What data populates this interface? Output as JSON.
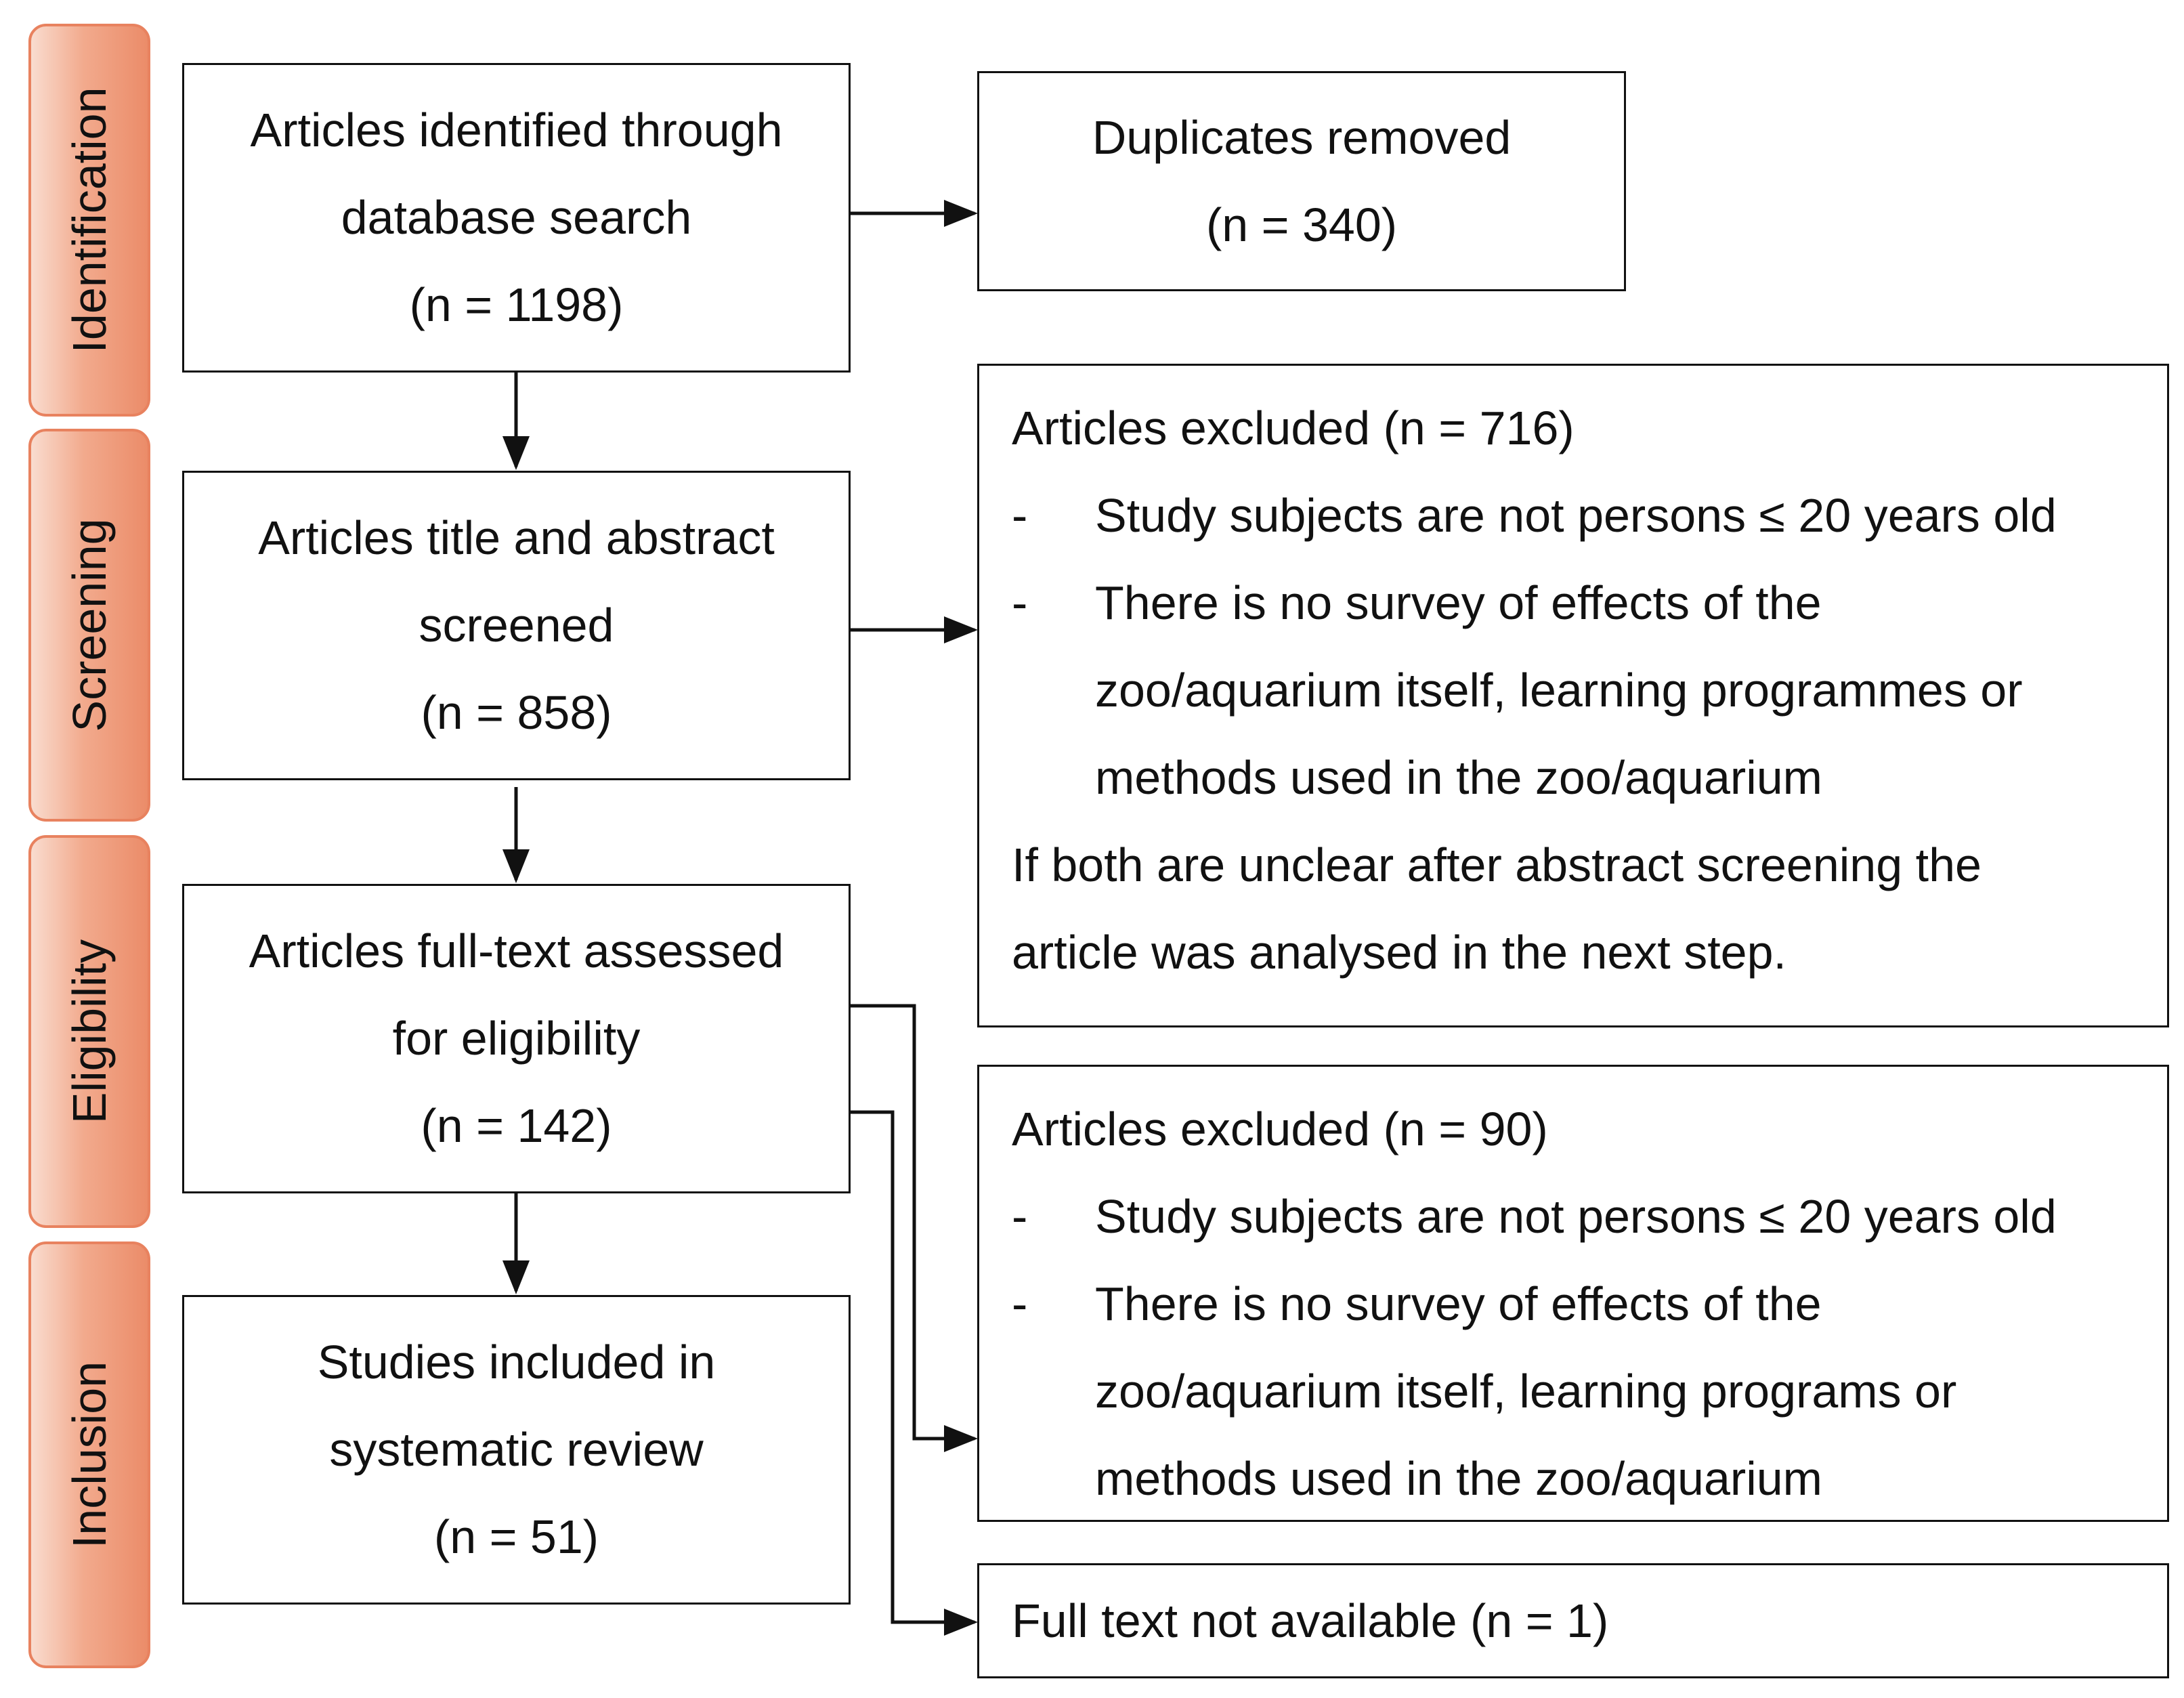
{
  "stages": {
    "identification": "Identification",
    "screening": "Screening",
    "eligibility": "Eligibility",
    "inclusion": "Inclusion"
  },
  "boxes": {
    "identified": {
      "line1": "Articles identified through",
      "line2": "database search",
      "line3": "(n = 1198)"
    },
    "duplicates": {
      "line1": "Duplicates removed",
      "line2": "(n = 340)"
    },
    "screened": {
      "line1": "Articles title and abstract",
      "line2": "screened",
      "line3": "(n = 858)"
    },
    "excluded_screening": {
      "title": "Articles excluded (n = 716)",
      "bullet_marker_1": "-",
      "bullet1": "Study subjects are not persons ≤ 20 years old",
      "bullet_marker_2": "-",
      "bullet2_line1": "There is no survey of effects of the",
      "bullet2_line2": "zoo/aquarium itself, learning programmes or",
      "bullet2_line3": "methods used in the zoo/aquarium",
      "note_line1": "If both are unclear after abstract screening the",
      "note_line2": "article was analysed in the next step."
    },
    "fulltext": {
      "line1": "Articles full-text assessed",
      "line2": "for eligibility",
      "line3": "(n = 142)"
    },
    "excluded_eligibility": {
      "title": "Articles excluded (n = 90)",
      "bullet_marker_1": "-",
      "bullet1": "Study subjects are not persons ≤ 20 years old",
      "bullet_marker_2": "-",
      "bullet2_line1": "There is no survey of effects of the",
      "bullet2_line2": "zoo/aquarium itself, learning programs or",
      "bullet2_line3": "methods used in the zoo/aquarium"
    },
    "not_available": {
      "line1": "Full text not available (n = 1)"
    },
    "included": {
      "line1": "Studies included in",
      "line2": "systematic review",
      "line3": "(n = 51)"
    }
  },
  "colors": {
    "stage_fill": "#f2aa8d",
    "stage_border": "#e8825f",
    "line": "#111111"
  }
}
